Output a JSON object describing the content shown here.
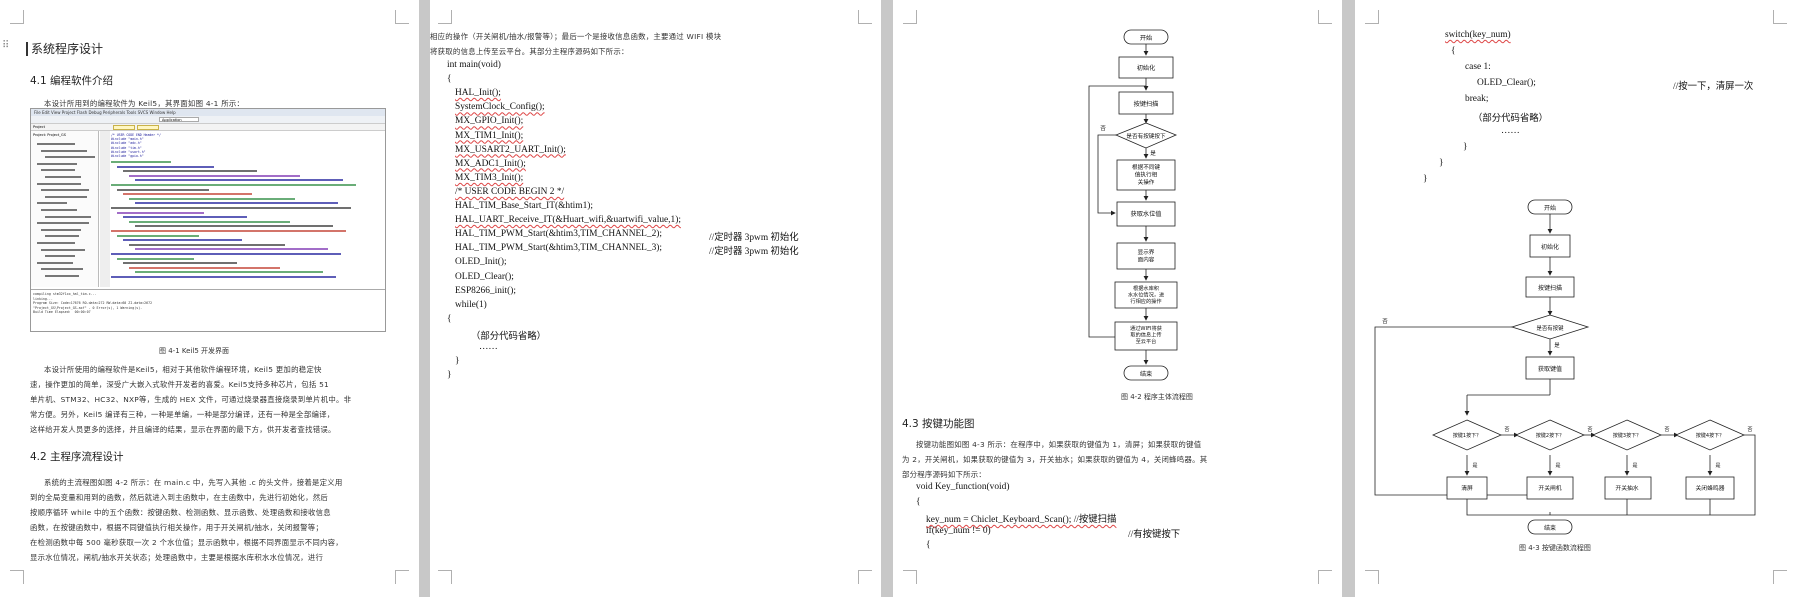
{
  "page1": {
    "chapter_title": "系统程序设计",
    "sec41_title": "4.1 编程软件介绍",
    "sec41_intro": "本设计所用到的编程软件为 Keil5，其界面如图 4-1 所示：",
    "fig41_caption": "图 4-1 Keil5 开发界面",
    "para_keil": [
      "本设计所使用的编程软件是Keil5，相对于其他软件编程环境，Keil5 更加的稳定快",
      "速，操作更加的简单，深受广大嵌入式软件开发者的喜爱。Keil5支持多种芯片，包括 51",
      "单片机、STM32、HC32、NXP等，生成的 HEX 文件，可通过烧录器直接烧录到单片机中。非",
      "常方便。另外，Keil5 编译有三种，一种是单编，一种是部分编译，还有一种是全部编译，",
      "这样给开发人员更多的选择，并且编译的结果，显示在界面的最下方，供开发者查找错误。"
    ],
    "sec42_title": "4.2 主程序流程设计",
    "para_main": [
      "系统的主流程图如图 4-2 所示：在 main.c 中，先写入其他 .c 的头文件，接着是定义用",
      "到的全局变量和用到的函数，然后就进入到主函数中，在主函数中，先进行初始化，然后",
      "按顺序循环 while 中的五个函数：按键函数、检测函数、显示函数、处理函数和接收信息",
      "函数，在按键函数中，根据不同键值执行相关操作，用于开关闸机/抽水，关闭报警等；",
      "在检测函数中每 500 毫秒获取一次 2 个水位值；显示函数中，根据不同界面显示不同内容，",
      "显示水位情况，闸机/抽水开关状态；处理函数中，主要是根据水库积水水位情况，进行"
    ]
  },
  "keil_ui": {
    "menu": "File  Edit  View  Project  Flash  Debug  Peripherals  Tools  SVCS  Window  Help",
    "target": "Application",
    "project_label": "Project",
    "project_root": "Project: Project_GS",
    "code_snippets": [
      "/* USER CODE END Header */",
      "#include \"main.h\"",
      "#include \"adc.h\"",
      "#include \"tim.h\"",
      "#include \"usart.h\"",
      "#include \"gpio.h\""
    ],
    "build_output": [
      "compiling stm32f1xx_hal_tim.c...",
      "linking...",
      "Program Size: Code=17676 RO-data=272 RW-data=60 ZI-data=2672",
      "\"Project_GS\\Project_GS.axf\" - 0 Error(s), 1 Warning(s).",
      "Build Time Elapsed:  00:00:07"
    ]
  },
  "page2": {
    "para_top": [
      "相应的操作（开关闸机/抽水/报警等）；最后一个是接收信息函数，主要通过 WIFI 模块",
      "将获取的信息上传至云平台。其部分主程序源码如下所示："
    ],
    "code": [
      {
        "t": "int main(void)",
        "i": 0
      },
      {
        "t": "{",
        "i": 0
      },
      {
        "t": "HAL_Init();",
        "i": 1
      },
      {
        "t": "SystemClock_Config();",
        "i": 1
      },
      {
        "t": "MX_GPIO_Init();",
        "i": 1
      },
      {
        "t": "MX_TIM1_Init();",
        "i": 1
      },
      {
        "t": "MX_USART2_UART_Init();",
        "i": 1
      },
      {
        "t": "MX_ADC1_Init();",
        "i": 1
      },
      {
        "t": "MX_TIM3_Init();",
        "i": 1
      },
      {
        "t": "/* USER CODE BEGIN 2 */",
        "i": 1
      },
      {
        "t": "HAL_TIM_Base_Start_IT(&htim1);",
        "i": 1
      },
      {
        "t": "HAL_UART_Receive_IT(&Huart_wifi,&uartwifi_value,1);",
        "i": 1
      },
      {
        "t": "HAL_TIM_PWM_Start(&htim3,TIM_CHANNEL_2);",
        "i": 1
      },
      {
        "t": "HAL_TIM_PWM_Start(&htim3,TIM_CHANNEL_3);",
        "i": 1
      },
      {
        "t": "OLED_Init();",
        "i": 1
      },
      {
        "t": "OLED_Clear();",
        "i": 1
      },
      {
        "t": "ESP8266_init();",
        "i": 1
      },
      {
        "t": "while(1)",
        "i": 1
      },
      {
        "t": "{",
        "i": 0
      },
      {
        "t": "（部分代码省略）",
        "i": 3
      },
      {
        "t": "……",
        "i": 4
      },
      {
        "t": "}",
        "i": 1
      },
      {
        "t": "}",
        "i": 0
      }
    ],
    "comment_pwm2": "//定时器 3pwm 初始化",
    "comment_pwm3": "//定时器 3pwm 初始化"
  },
  "flow42": {
    "start": "开始",
    "init": "初始化",
    "scan": "按键扫描",
    "decision": "是否有按键按下",
    "yes": "是",
    "no": "否",
    "handle": [
      "根据不同键",
      "值执行相",
      "关操作"
    ],
    "get_level": "获取水位值",
    "display": [
      "显示界",
      "面内容"
    ],
    "process": [
      "根据水库积",
      "水水位情况，进",
      "行相应的操作"
    ],
    "upload": [
      "通过WIFI将获",
      "取的信息上传",
      "至云平台"
    ],
    "end": "结束",
    "caption": "图 4-2  程序主体流程图"
  },
  "page3": {
    "sec43_title": "4.3 按键功能图",
    "para_key": [
      "按键功能图如图 4-3 所示：在程序中，如果获取的键值为 1，清屏；如果获取的键值",
      "为 2，开关闸机，如果获取的键值为 3，开关抽水；如果获取的键值为 4，关闭蜂鸣器。其",
      "部分程序源码如下所示："
    ],
    "code": [
      "void Key_function(void)",
      "{",
      "key_num = Chiclet_Keyboard_Scan();  //按键扫描",
      "if(key_num != 0)",
      "{"
    ],
    "comment_keydown": "//有按键按下"
  },
  "page4": {
    "code": [
      "switch(key_num)",
      "{",
      "case 1:",
      "OLED_Clear();",
      "break;",
      "（部分代码省略）",
      "……",
      "}",
      "}",
      "}"
    ],
    "comment_case1": "//按一下，清屏一次"
  },
  "flow43": {
    "start": "开始",
    "init": "初始化",
    "scan": "按键扫描",
    "decision": "是否有按键",
    "yes": "是",
    "no": "否",
    "get_key": "获取键值",
    "keys": [
      "按键1按下？",
      "按键2按下？",
      "按键3按下？",
      "按键4按下？"
    ],
    "actions": [
      "清屏",
      "开关闸机",
      "开关抽水",
      "关闭蜂鸣器"
    ],
    "end": "结束",
    "caption": "图 4-3  按键函数流程图"
  }
}
